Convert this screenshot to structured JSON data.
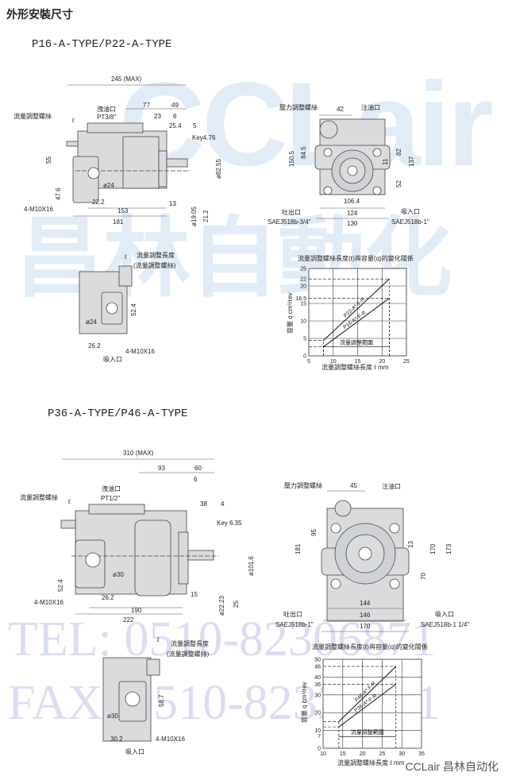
{
  "heading": "外形安裝尺寸",
  "watermark": {
    "logo": "CCLair",
    "cn": "昌林自動化",
    "tel": "TEL: 0510-82306871",
    "fax": "FAX: 0510-82326771"
  },
  "brand": "CCLair 昌林自动化",
  "section1": {
    "title": "P16-A-TYPE/P22-A-TYPE",
    "side": {
      "overall": "245 (MAX)",
      "d77": "77",
      "d49": "49",
      "drain": "洩油口",
      "drain_thread": "PT3/8\"",
      "d23": "23",
      "d6": "6",
      "d25_4": "25.4",
      "d5": "5",
      "adjust_screw": "流量調整螺絲",
      "key": "Key4.76",
      "d55": "55",
      "dia24": "ø24",
      "d47_6": "47.6",
      "d22_2": "22.2",
      "d13": "13",
      "bolts": "4-M10X16",
      "d153": "153",
      "d181": "181",
      "shaft": "ø19.05",
      "d21_2": "21.2",
      "pilot": "ø82.55",
      "ell": "ℓ"
    },
    "front": {
      "pressure_screw": "壓力調整螺絲",
      "d42": "42",
      "fill": "注油口",
      "d150_5": "150.5",
      "d84_5": "84.5",
      "d82": "82",
      "d137": "137",
      "d11": "11",
      "d52": "52",
      "d106_4": "106.4",
      "outlet": "吐出口",
      "outlet_spec": "SAEJ518b-3/4\"",
      "d124": "124",
      "d130": "130",
      "inlet": "吸入口",
      "inlet_spec": "SAEJ518b-1\""
    },
    "detail": {
      "ell": "ℓ",
      "adj_len": "流量調整長度",
      "adj_screw": "(流量調整螺絲)",
      "d52_4": "52.4",
      "dia24": "ø24",
      "d26_2": "26.2",
      "bolts": "4-M10X16",
      "inlet": "吸入口"
    }
  },
  "section2": {
    "title": "P36-A-TYPE/P46-A-TYPE",
    "side": {
      "overall": "310 (MAX)",
      "d93": "93",
      "d60": "60",
      "d6": "6",
      "drain": "洩油口",
      "drain_thread": "PT1/2\"",
      "adjust_screw": "流量調整螺絲",
      "ell": "ℓ",
      "d38": "38",
      "d4": "4",
      "key": "Key 6.35",
      "dia30": "ø30",
      "d52_4": "52.4",
      "d26_2": "26.2",
      "d15": "15",
      "bolts": "4-M10X16",
      "d190": "190",
      "d222": "222",
      "shaft": "ø22.23",
      "d25": "25",
      "pilot": "ø101.6"
    },
    "front": {
      "pressure_screw": "壓力調整螺絲",
      "d45": "45",
      "fill": "注油口",
      "d181": "181",
      "d95": "95",
      "d13": "13",
      "d170v": "170",
      "d173": "173",
      "d70": "70",
      "d144": "144",
      "d146": "146",
      "d170": "170",
      "outlet": "吐出口",
      "outlet_spec": "SAEJ518b-1\"",
      "inlet": "吸入口",
      "inlet_spec": "SAEJ518b-1 1/4\""
    },
    "detail": {
      "ell": "ℓ",
      "adj_len": "流量調整長度",
      "adj_screw": "(流量調整螺絲)",
      "d58_7": "58.7",
      "dia30": "ø30",
      "d30_2": "30.2",
      "bolts": "4-M10X16",
      "inlet": "吸入口"
    }
  },
  "chart_data": [
    {
      "type": "line",
      "title": "流量調整螺絲長度(ℓ)與容量(q)的變化關係",
      "xlabel": "流量調整螺絲長度 ℓ mm",
      "ylabel": "容量 q cm³/rev",
      "xlim": [
        5,
        25
      ],
      "ylim": [
        0,
        25
      ],
      "xticks": [
        5,
        10,
        15,
        20,
        25
      ],
      "yticks": [
        0,
        5,
        10,
        15,
        16.5,
        20,
        22,
        25
      ],
      "range_label": "流量調整範圍",
      "grid": true,
      "series": [
        {
          "name": "P22-A*-F-R",
          "x": [
            8,
            21.5
          ],
          "y": [
            4.4,
            22
          ]
        },
        {
          "name": "P16-A*-F-R",
          "x": [
            8,
            21.5
          ],
          "y": [
            2.6,
            16.5
          ]
        }
      ]
    },
    {
      "type": "line",
      "title": "流量調整螺絲長度(ℓ)與容量(q)的變化關係",
      "xlabel": "流量調整螺絲長度 ℓ mm",
      "ylabel": "容量 q cm³/rev",
      "xlim": [
        10,
        35
      ],
      "ylim": [
        0,
        50
      ],
      "xticks": [
        10,
        15,
        20,
        25,
        30,
        35
      ],
      "yticks": [
        0,
        7,
        10,
        20,
        30,
        36,
        40,
        46,
        50
      ],
      "range_label": "流量調整範圍",
      "grid": true,
      "series": [
        {
          "name": "P46-A*-F-R",
          "x": [
            14,
            28.5
          ],
          "y": [
            15,
            46
          ]
        },
        {
          "name": "P36-A*-F-R",
          "x": [
            14,
            28.5
          ],
          "y": [
            12,
            36
          ]
        }
      ]
    }
  ]
}
